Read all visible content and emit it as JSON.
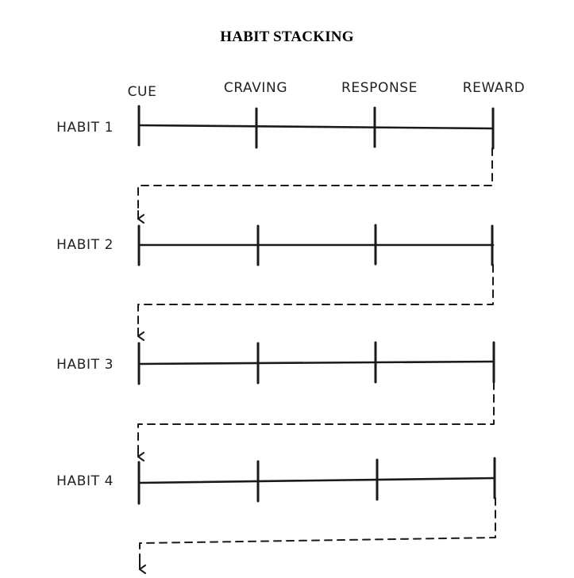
{
  "title": "HABIT STACKING",
  "stages": [
    "CUE",
    "CRAVING",
    "RESPONSE",
    "REWARD"
  ],
  "habits": [
    "HABIT 1",
    "HABIT 2",
    "HABIT 3",
    "HABIT 4"
  ],
  "colors": {
    "ink": "#1a1a1a",
    "label": "#222222",
    "background": "#ffffff"
  }
}
